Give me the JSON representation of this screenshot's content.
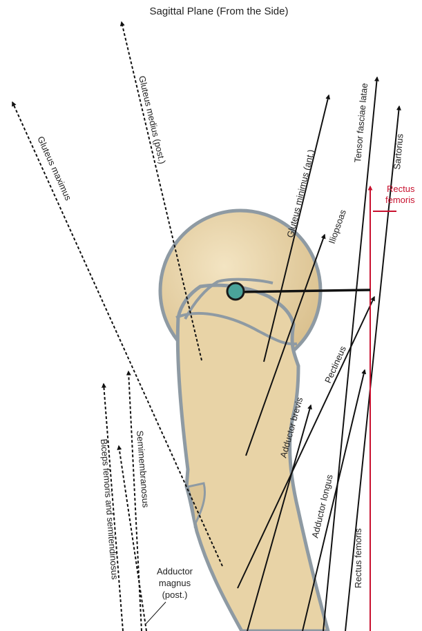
{
  "title": "Sagittal Plane (From the Side)",
  "labels": {
    "gluteus_maximus": "Gluteus maximus",
    "gluteus_medius_post": "Gluteus medius (post.)",
    "gluteus_minimus_ant": "Gluteus minimus (ant.)",
    "iliopsoas": "Iliopsoas",
    "tensor_fasciae_latae": "Tensor fasciae latae",
    "sartorius": "Sartorius",
    "rectus_femoris_top_line1": "Rectus",
    "rectus_femoris_top_line2": "femoris",
    "pectineus": "Pectineus",
    "adductor_brevis": "Adductor brevis",
    "adductor_longus": "Adductor longus",
    "rectus_femoris_bottom": "Rectus femoris",
    "semimembranosus": "Semimembranosus",
    "biceps_femoris_semitendinosus": "Biceps femoris and semitendinosus",
    "adductor_magnus_line1": "Adductor",
    "adductor_magnus_line2": "magnus",
    "adductor_magnus_line3": "(post.)"
  },
  "colors": {
    "bone_fill": "#e8d3a6",
    "bone_outline": "#8e9aa3",
    "axis_dot": "#4aa39a",
    "line": "#111111",
    "rectus_femoris_accent": "#c8102e"
  }
}
